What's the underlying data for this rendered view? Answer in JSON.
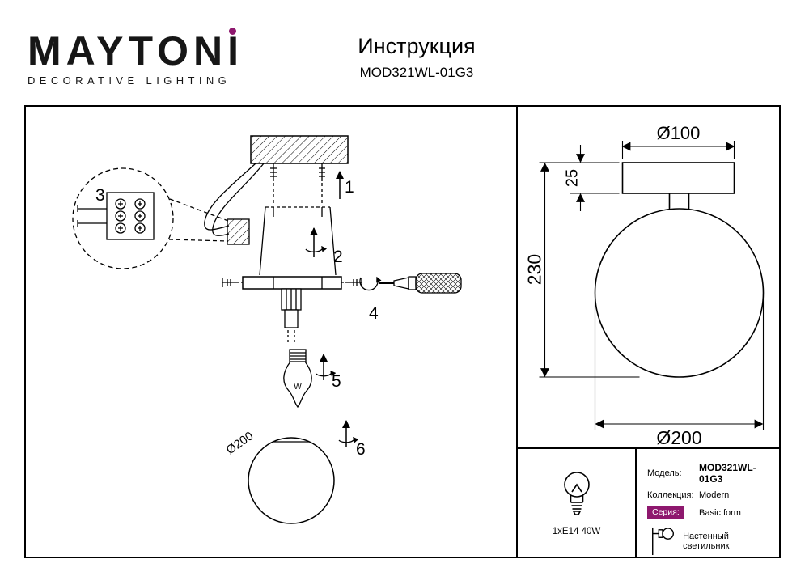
{
  "header": {
    "logo_main": "MAYTON",
    "logo_i": "I",
    "logo_sub": "DECORATIVE LIGHTING",
    "title": "Инструкция",
    "model": "MOD321WL-01G3"
  },
  "assembly": {
    "step1": "1",
    "step2": "2",
    "step3": "3",
    "step4": "4",
    "step5": "5",
    "step6": "6",
    "sphere_label": "Ø200",
    "bulb_letter": "W"
  },
  "dimensions": {
    "top_diameter": "Ø100",
    "canopy_height": "25",
    "total_height": "230",
    "sphere_diameter": "Ø200"
  },
  "specs": {
    "lamp": "1xE14 40W",
    "model_label": "Модель:",
    "model_value": "MOD321WL-01G3",
    "collection_label": "Коллекция:",
    "collection_value": "Modern",
    "series_label": "Серия:",
    "series_value": "Basic form",
    "type_value": "Настенный светильник"
  },
  "icons": {
    "lamp_icon": "bulb-outline-icon",
    "type_icon": "wall-lamp-icon"
  },
  "colors": {
    "accent": "#8E186E",
    "line": "#000000"
  }
}
